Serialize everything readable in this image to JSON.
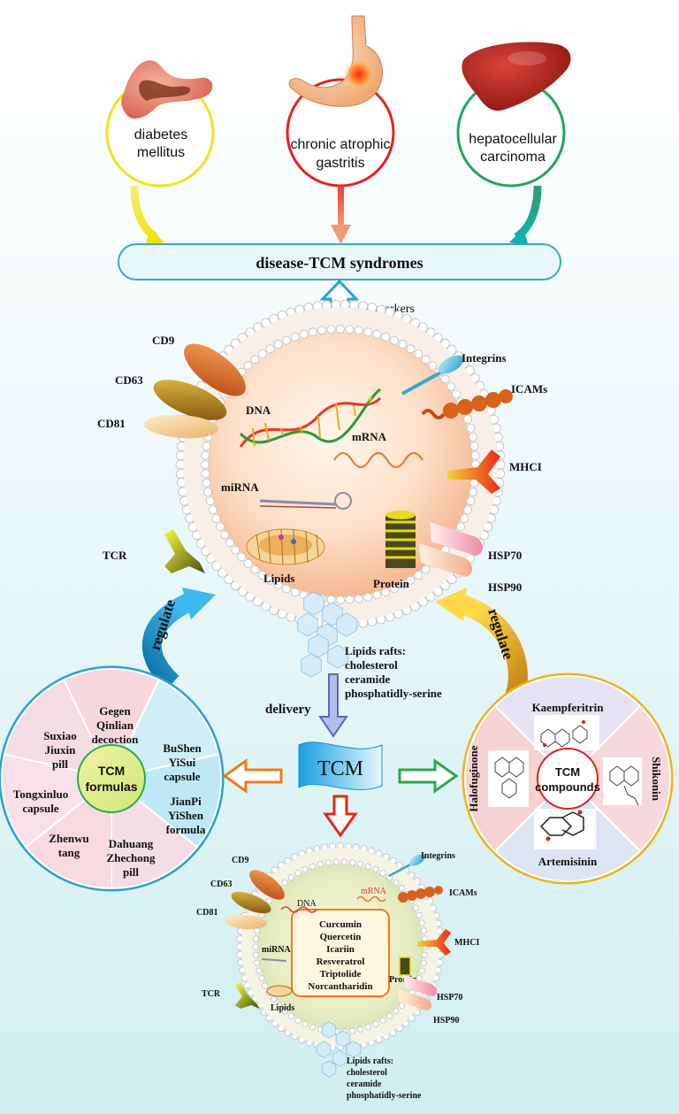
{
  "diseases": {
    "diabetes": [
      "diabetes",
      "mellitus"
    ],
    "gastritis": [
      "chronic atrophic",
      "gastritis"
    ],
    "hcc": [
      "hepatocellular",
      "carcinoma"
    ]
  },
  "syndromes_label": "disease-TCM syndromes",
  "biomarkers_label": "biomarkers",
  "vesicle": {
    "left_proteins": [
      "CD9",
      "CD63",
      "CD81",
      "TCR"
    ],
    "right_proteins": [
      "Integrins",
      "ICAMs",
      "MHCI",
      "HSP70",
      "HSP90"
    ],
    "cargo": {
      "dna": "DNA",
      "mrna": "mRNA",
      "mirna": "miRNA",
      "lipids": "Lipids",
      "protein": "Protein"
    },
    "rafts": [
      "Lipids rafts:",
      "cholesterol",
      "ceramide",
      "phosphatidly-serine"
    ]
  },
  "regulate_label": "regulate",
  "delivery_label": "delivery",
  "tcm_label": "TCM",
  "formulas": {
    "center": [
      "TCM",
      "formulas"
    ],
    "items": [
      [
        "Gegen",
        "Qinlian",
        "decoction"
      ],
      [
        "BuShen",
        "YiSui",
        "capsule"
      ],
      [
        "JianPi",
        "YiShen",
        "formula"
      ],
      [
        "Dahuang",
        "Zhechong",
        "pill"
      ],
      [
        "Zhenwu",
        "tang"
      ],
      [
        "Tongxinluo",
        "capsule"
      ],
      [
        "Suxiao",
        "Jiuxin",
        "pill"
      ]
    ]
  },
  "compounds": {
    "center": [
      "TCM",
      "compounds"
    ],
    "items": [
      "Kaempferitrin",
      "Shikonin",
      "Artemisinin",
      "Halofuginone"
    ]
  },
  "small_vesicle": {
    "cargo": [
      "Curcumin",
      "Quercetin",
      "Icariin",
      "Resveratrol",
      "Triptolide",
      "Norcantharidin"
    ]
  },
  "colors": {
    "diabetes": "#f2e21a",
    "gastritis": "#e8201c",
    "hcc": "#1fa75a",
    "formulas_ring": "#2a9fd8",
    "compounds_ring": "#f0b21c",
    "syndrome_stroke": "#3aa7c8"
  }
}
